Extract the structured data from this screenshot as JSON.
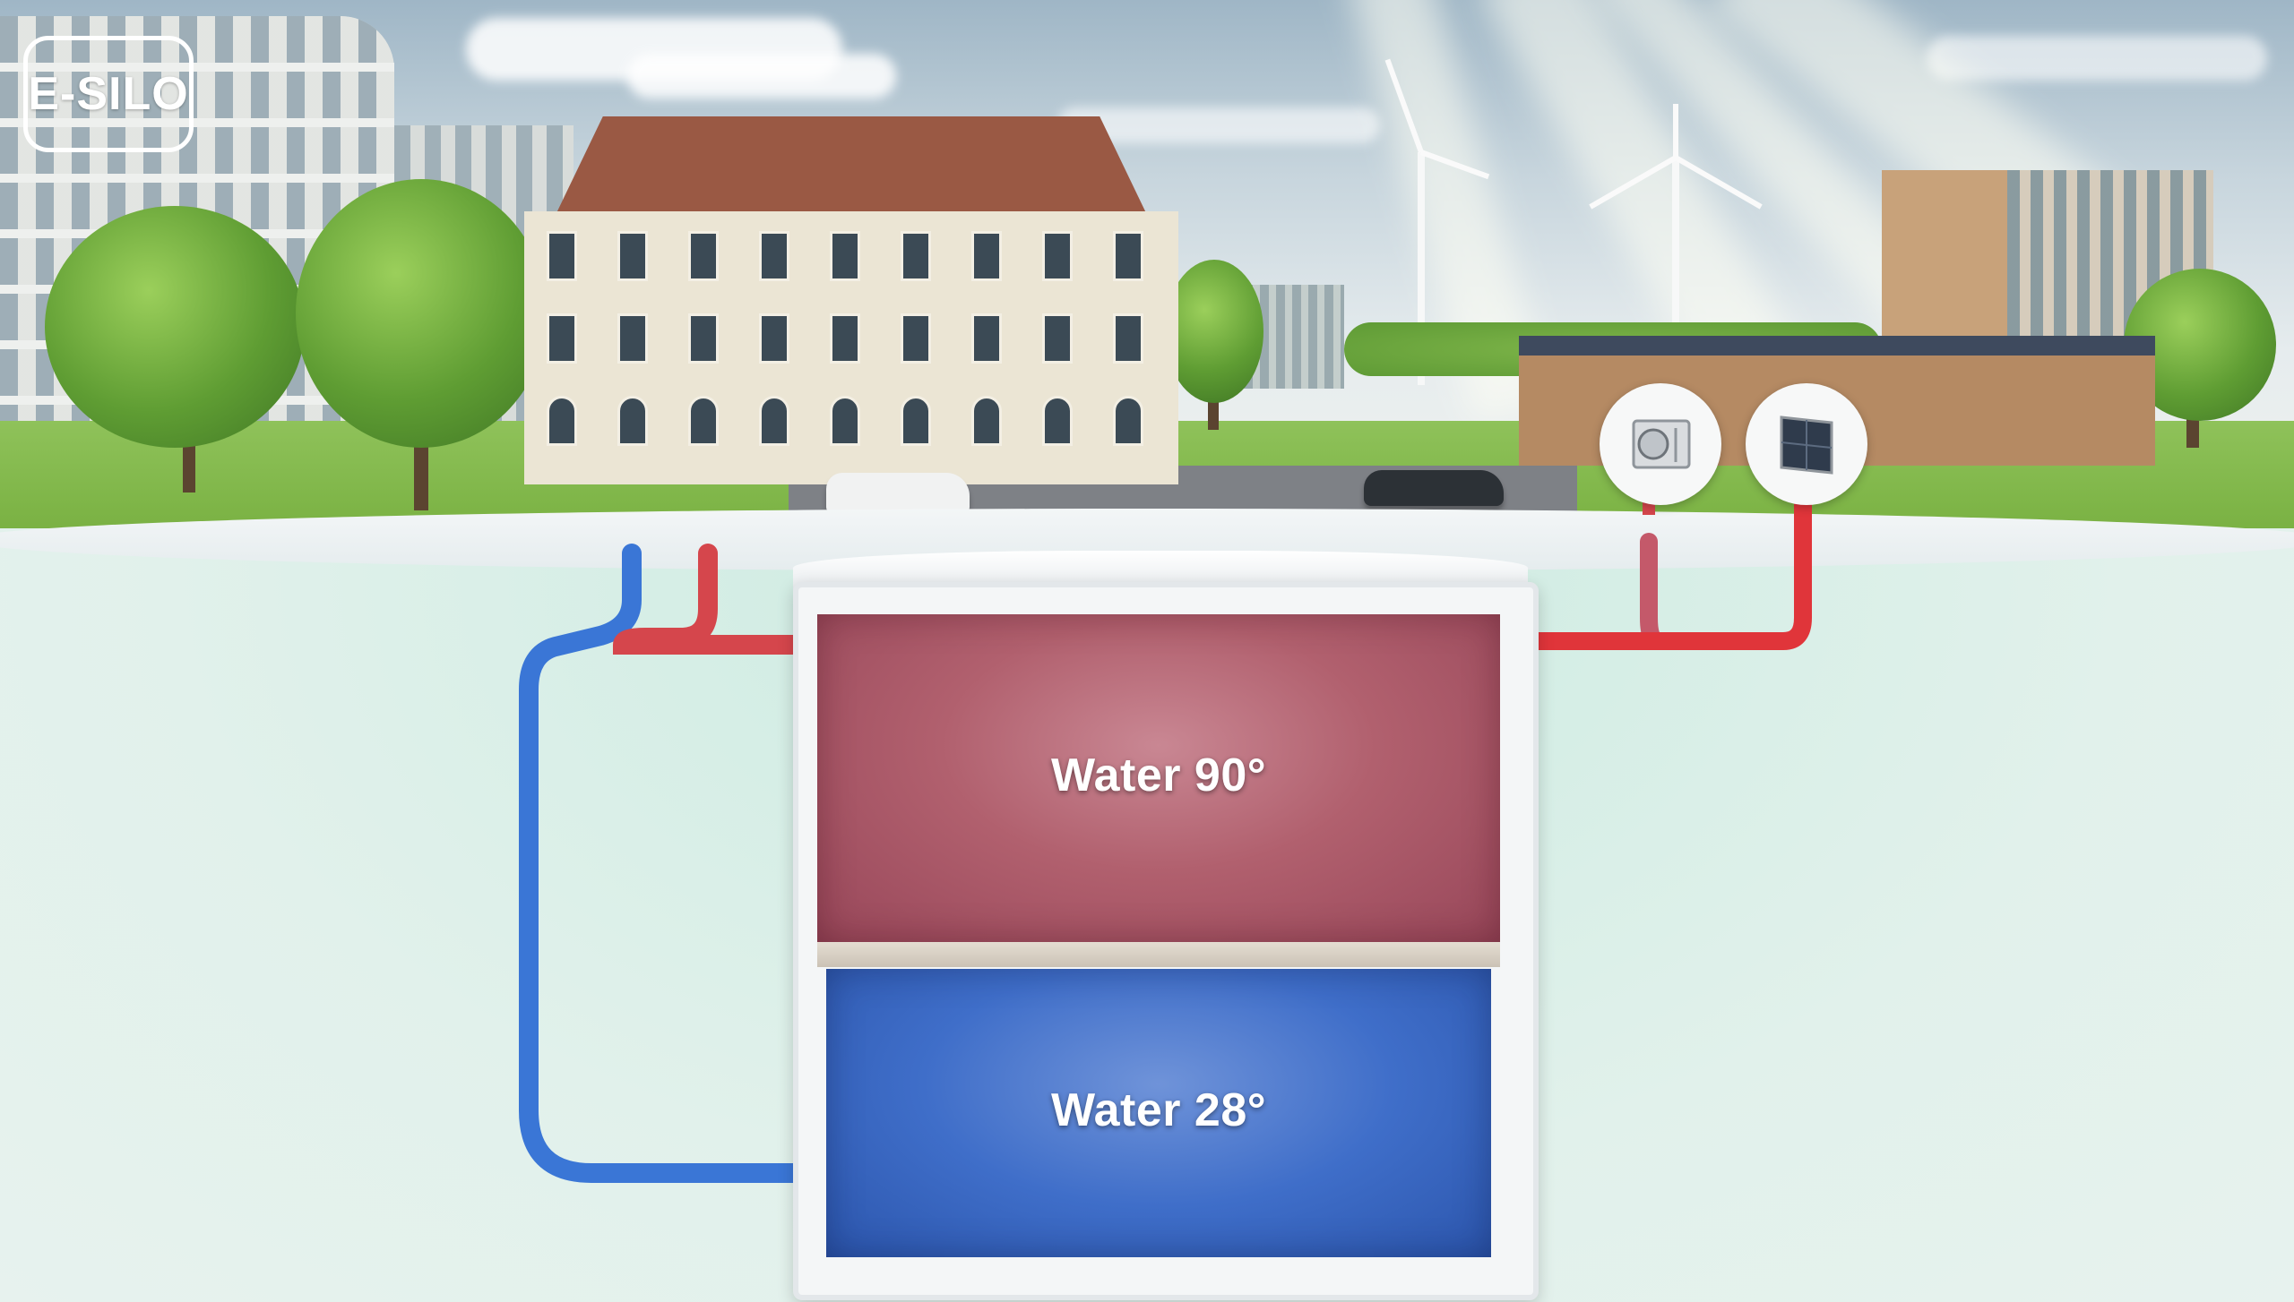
{
  "logo": {
    "text": "E-SILO"
  },
  "tank": {
    "hot_label": "Water 90°",
    "cold_label": "Water 28°"
  },
  "colors": {
    "hot_water": "#b1606e",
    "cold_water": "#3f6ec9",
    "hot_pipe": "#e0353a",
    "cold_pipe": "#3a76d6",
    "grass": "#7db446",
    "underground": "#d6eee6"
  },
  "icons": {
    "device_left": "heat-pump-icon",
    "device_right": "solar-panel-icon"
  }
}
